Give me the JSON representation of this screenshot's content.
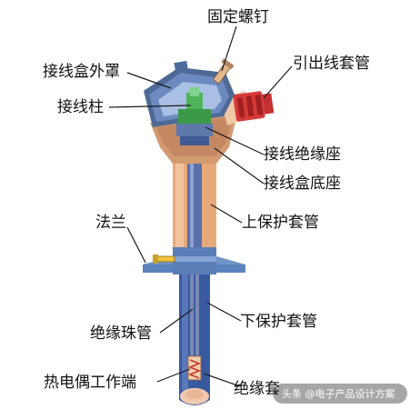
{
  "labels": {
    "fixing_screw": "固定螺钉",
    "junction_box_cover": "接线盒外罩",
    "lead_wire_sleeve": "引出线套管",
    "terminal_post": "接线柱",
    "terminal_insulating_base": "接线绝缘座",
    "junction_box_base": "接线盒底座",
    "flange": "法兰",
    "upper_protective_tube": "上保护套管",
    "lower_protective_tube": "下保护套管",
    "insulating_bead_tube": "绝缘珠管",
    "thermocouple_hot_junction": "热电偶工作端",
    "insulating_sleeve": "绝缘套"
  },
  "watermark": {
    "text": "头条 @电子产品设计方案"
  },
  "colors": {
    "upper_tube": "#e8a97a",
    "lower_tube": "#3a5aa0",
    "flange": "#6f94c8",
    "cover": "#4d6a96",
    "base": "#d39a70",
    "terminal": "#4fb35a",
    "sleeve": "#d63a3a"
  }
}
